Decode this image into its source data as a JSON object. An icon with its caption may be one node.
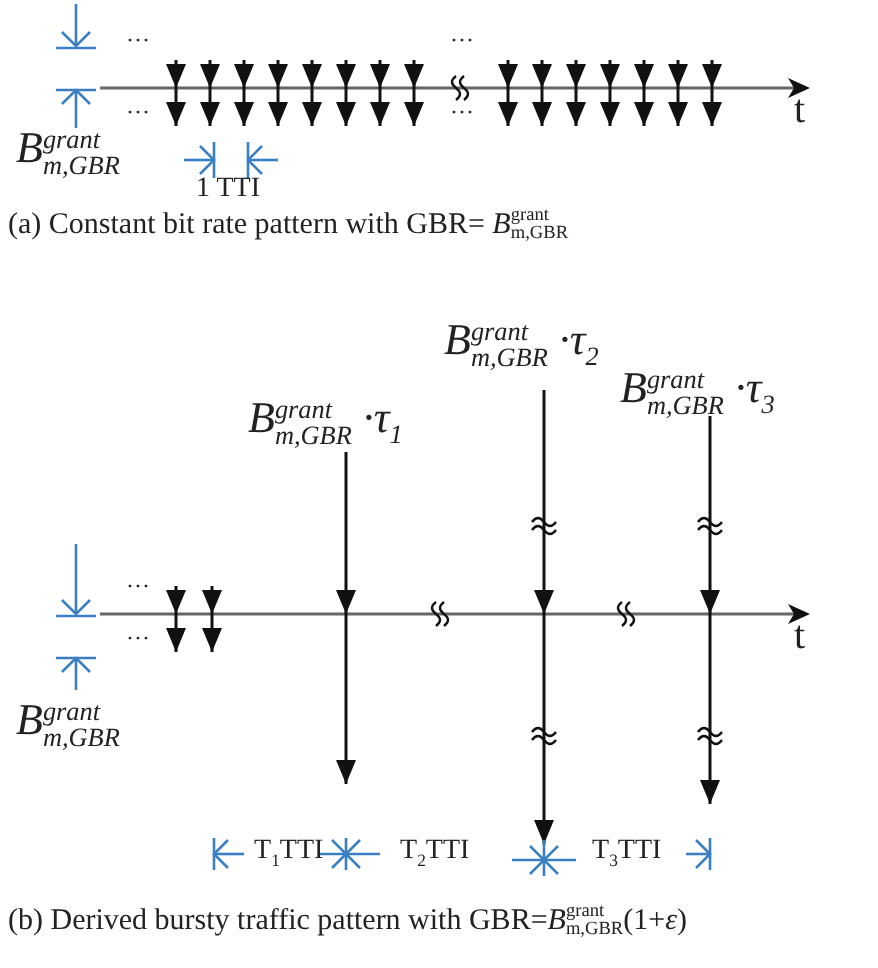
{
  "diagram": {
    "labels": [
      "···",
      "···",
      "···",
      "···",
      "t",
      "B$^{grant}$$_{m,GBR}$",
      "1 TTI",
      "(a) Constant bit rate pattern with GBR= *B*$^{grant}$$_{m,GBR}$",
      "B$^{grant}$$_{m,GBR}$ ·τ$_{2}$",
      "B$^{grant}$$_{m,GBR}$ ·τ$_{3}$",
      "B$^{grant}$$_{m,GBR}$ ·τ$_{1}$",
      "···",
      "···",
      "t",
      "B$^{grant}$$_{m,GBR}$",
      "T$_{1}$TTI",
      "T$_{2}$TTI",
      "T$_{3}$TTI",
      "(b) Derived bursty traffic pattern with GBR=*B*$^{grant}$$_{m,GBR}$(1+*ε*)"
    ]
  }
}
